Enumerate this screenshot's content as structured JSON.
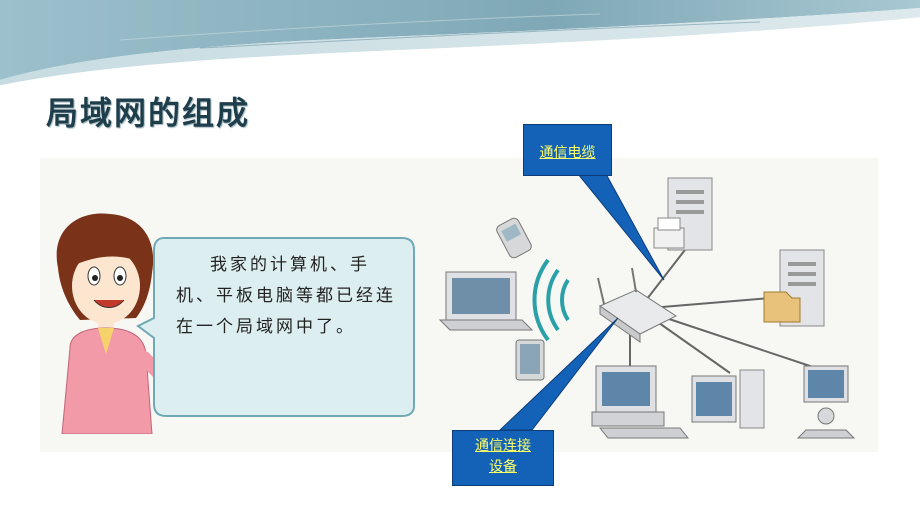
{
  "slide": {
    "title": "局域网的组成",
    "speech_text": "我家的计算机、手机、平板电脑等都已经连在一个局域网中了。"
  },
  "callouts": {
    "cable": "通信电缆",
    "device_line1": "通信连接",
    "device_line2": "设备"
  },
  "colors": {
    "title": "#1e3e4c",
    "callout_bg": "#1462b8",
    "callout_text": "#ffff66",
    "banner": "#7fa8b6"
  },
  "icons": [
    "girl-illustration",
    "server-icon",
    "printer-icon",
    "phone-icon",
    "laptop-icon",
    "tablet-icon",
    "wifi-signal-icon",
    "router-icon",
    "desktop-computer-icon",
    "folder-icon",
    "webcam-icon"
  ]
}
